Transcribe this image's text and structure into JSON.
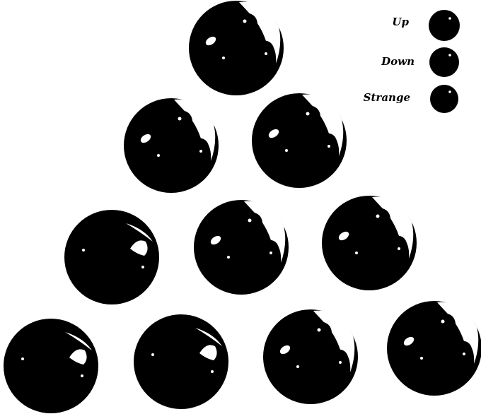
{
  "colors": {
    "ball": "#000000",
    "highlight": "#ffffff",
    "background": "#ffffff"
  },
  "legend": [
    {
      "label": "Up",
      "color_name": "up-quark"
    },
    {
      "label": "Down",
      "color_name": "down-quark"
    },
    {
      "label": "Strange",
      "color_name": "strange-quark"
    }
  ],
  "baryons": [
    {
      "row": 0,
      "style": "clover"
    },
    {
      "row": 1,
      "style": "clover"
    },
    {
      "row": 1,
      "style": "clover"
    },
    {
      "row": 2,
      "style": "plain"
    },
    {
      "row": 2,
      "style": "clover"
    },
    {
      "row": 2,
      "style": "clover"
    },
    {
      "row": 3,
      "style": "plain"
    },
    {
      "row": 3,
      "style": "plain"
    },
    {
      "row": 3,
      "style": "clover"
    },
    {
      "row": 3,
      "style": "clover"
    }
  ]
}
